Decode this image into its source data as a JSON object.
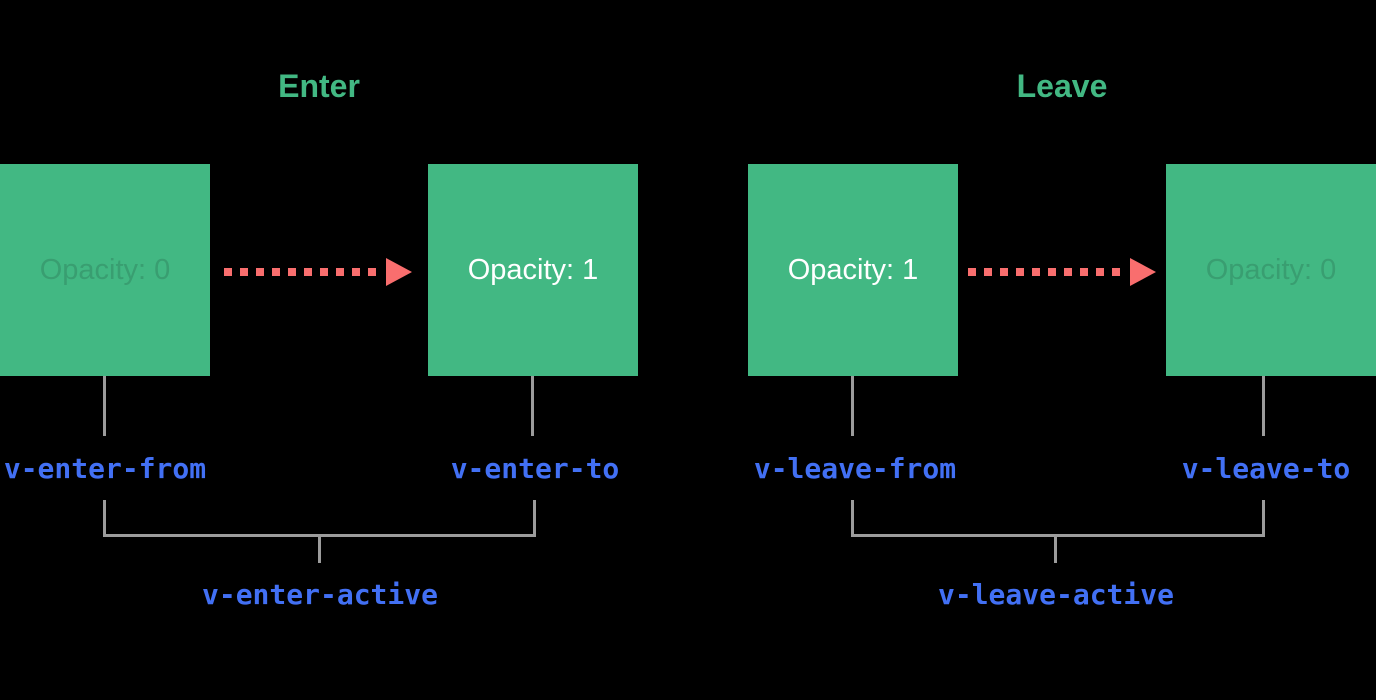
{
  "diagram": {
    "enter": {
      "title": "Enter",
      "from_opacity": "Opacity: 0",
      "to_opacity": "Opacity: 1",
      "from_class": "v-enter-from",
      "to_class": "v-enter-to",
      "active_class": "v-enter-active"
    },
    "leave": {
      "title": "Leave",
      "from_opacity": "Opacity: 1",
      "to_opacity": "Opacity: 0",
      "from_class": "v-leave-from",
      "to_class": "v-leave-to",
      "active_class": "v-leave-active"
    },
    "colors": {
      "background": "#000000",
      "green": "#42b883",
      "white": "#ffffff",
      "faint_label": "#399e71",
      "blue": "#4270f4",
      "red": "#f96e6e",
      "gray": "#9c9c9c"
    }
  }
}
